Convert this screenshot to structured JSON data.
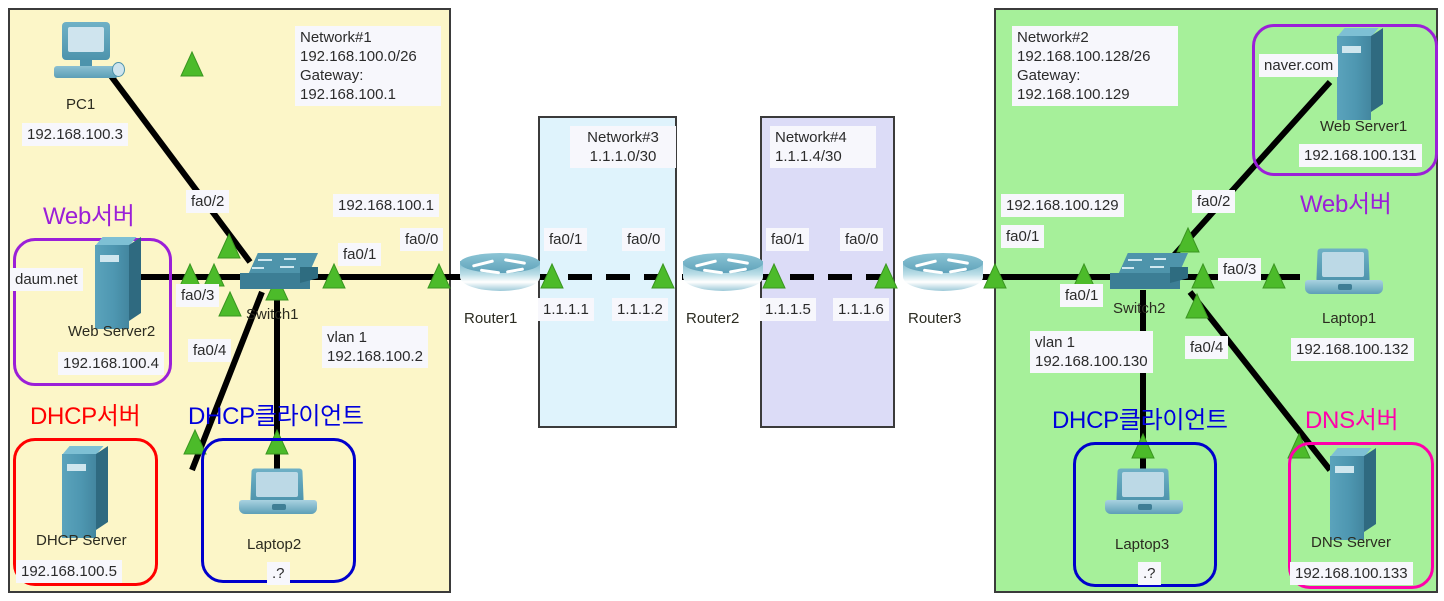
{
  "diagram": {
    "title": "Packet Tracer network topology",
    "colors": {
      "zone_left": "#fcf6c8",
      "zone_right": "#a6f09a",
      "zone_net3": "#dff3fc",
      "zone_net4": "#dcdcf7",
      "web_group": "#9b1fd8",
      "dhcp_server_group": "#ff0000",
      "dhcp_client_group": "#0000cc",
      "dns_group": "#ff00aa"
    }
  },
  "zones": {
    "network1": {
      "lines": "Network#1\n192.168.100.0/26\nGateway:\n192.168.100.1"
    },
    "network2": {
      "lines": "Network#2\n192.168.100.128/26\nGateway:\n192.168.100.129"
    },
    "network3": {
      "lines": "Network#3\n1.1.1.0/30"
    },
    "network4": {
      "lines": "Network#4\n1.1.1.4/30"
    }
  },
  "group_labels": {
    "web_left": "Web서버",
    "web_right": "Web서버",
    "dhcp_server": "DHCP서버",
    "dhcp_client_left": "DHCP클라이언트",
    "dhcp_client_right": "DHCP클라이언트",
    "dns_server": "DNS서버"
  },
  "devices": {
    "pc1": {
      "name": "PC1",
      "ip": "192.168.100.3"
    },
    "web_server2": {
      "domain": "daum.net",
      "name": "Web Server2",
      "ip": "192.168.100.4"
    },
    "dhcp_server": {
      "name": "DHCP Server",
      "ip": "192.168.100.5"
    },
    "laptop2": {
      "name": "Laptop2",
      "ip": ".?"
    },
    "switch1": {
      "name": "Switch1",
      "vlan": "vlan 1\n192.168.100.2"
    },
    "router1": {
      "name": "Router1"
    },
    "router2": {
      "name": "Router2"
    },
    "router3": {
      "name": "Router3"
    },
    "switch2": {
      "name": "Switch2",
      "vlan": "vlan 1\n192.168.100.130"
    },
    "web_server1": {
      "domain": "naver.com",
      "name": "Web Server1",
      "ip": "192.168.100.131"
    },
    "laptop1": {
      "name": "Laptop1",
      "ip": "192.168.100.132"
    },
    "laptop3": {
      "name": "Laptop3",
      "ip": ".?"
    },
    "dns_server": {
      "name": "DNS Server",
      "ip": "192.168.100.133"
    }
  },
  "interfaces": {
    "sw1_fa02": "fa0/2",
    "sw1_fa03": "fa0/3",
    "sw1_fa04": "fa0/4",
    "sw1_fa01": "fa0/1",
    "r1_fa00_ip": "192.168.100.1",
    "r1_fa00": "fa0/0",
    "r1_fa01": "fa0/1",
    "r1_fa01_ip": "1.1.1.1",
    "r2_fa00": "fa0/0",
    "r2_fa00_ip": "1.1.1.2",
    "r2_fa01": "fa0/1",
    "r2_fa01_ip": "1.1.1.5",
    "r3_fa00": "fa0/0",
    "r3_fa00_ip": "1.1.1.6",
    "r3_fa01_ip": "192.168.100.129",
    "r3_fa01": "fa0/1",
    "sw2_fa01": "fa0/1",
    "sw2_fa02": "fa0/2",
    "sw2_fa03": "fa0/3",
    "sw2_fa04": "fa0/4"
  }
}
